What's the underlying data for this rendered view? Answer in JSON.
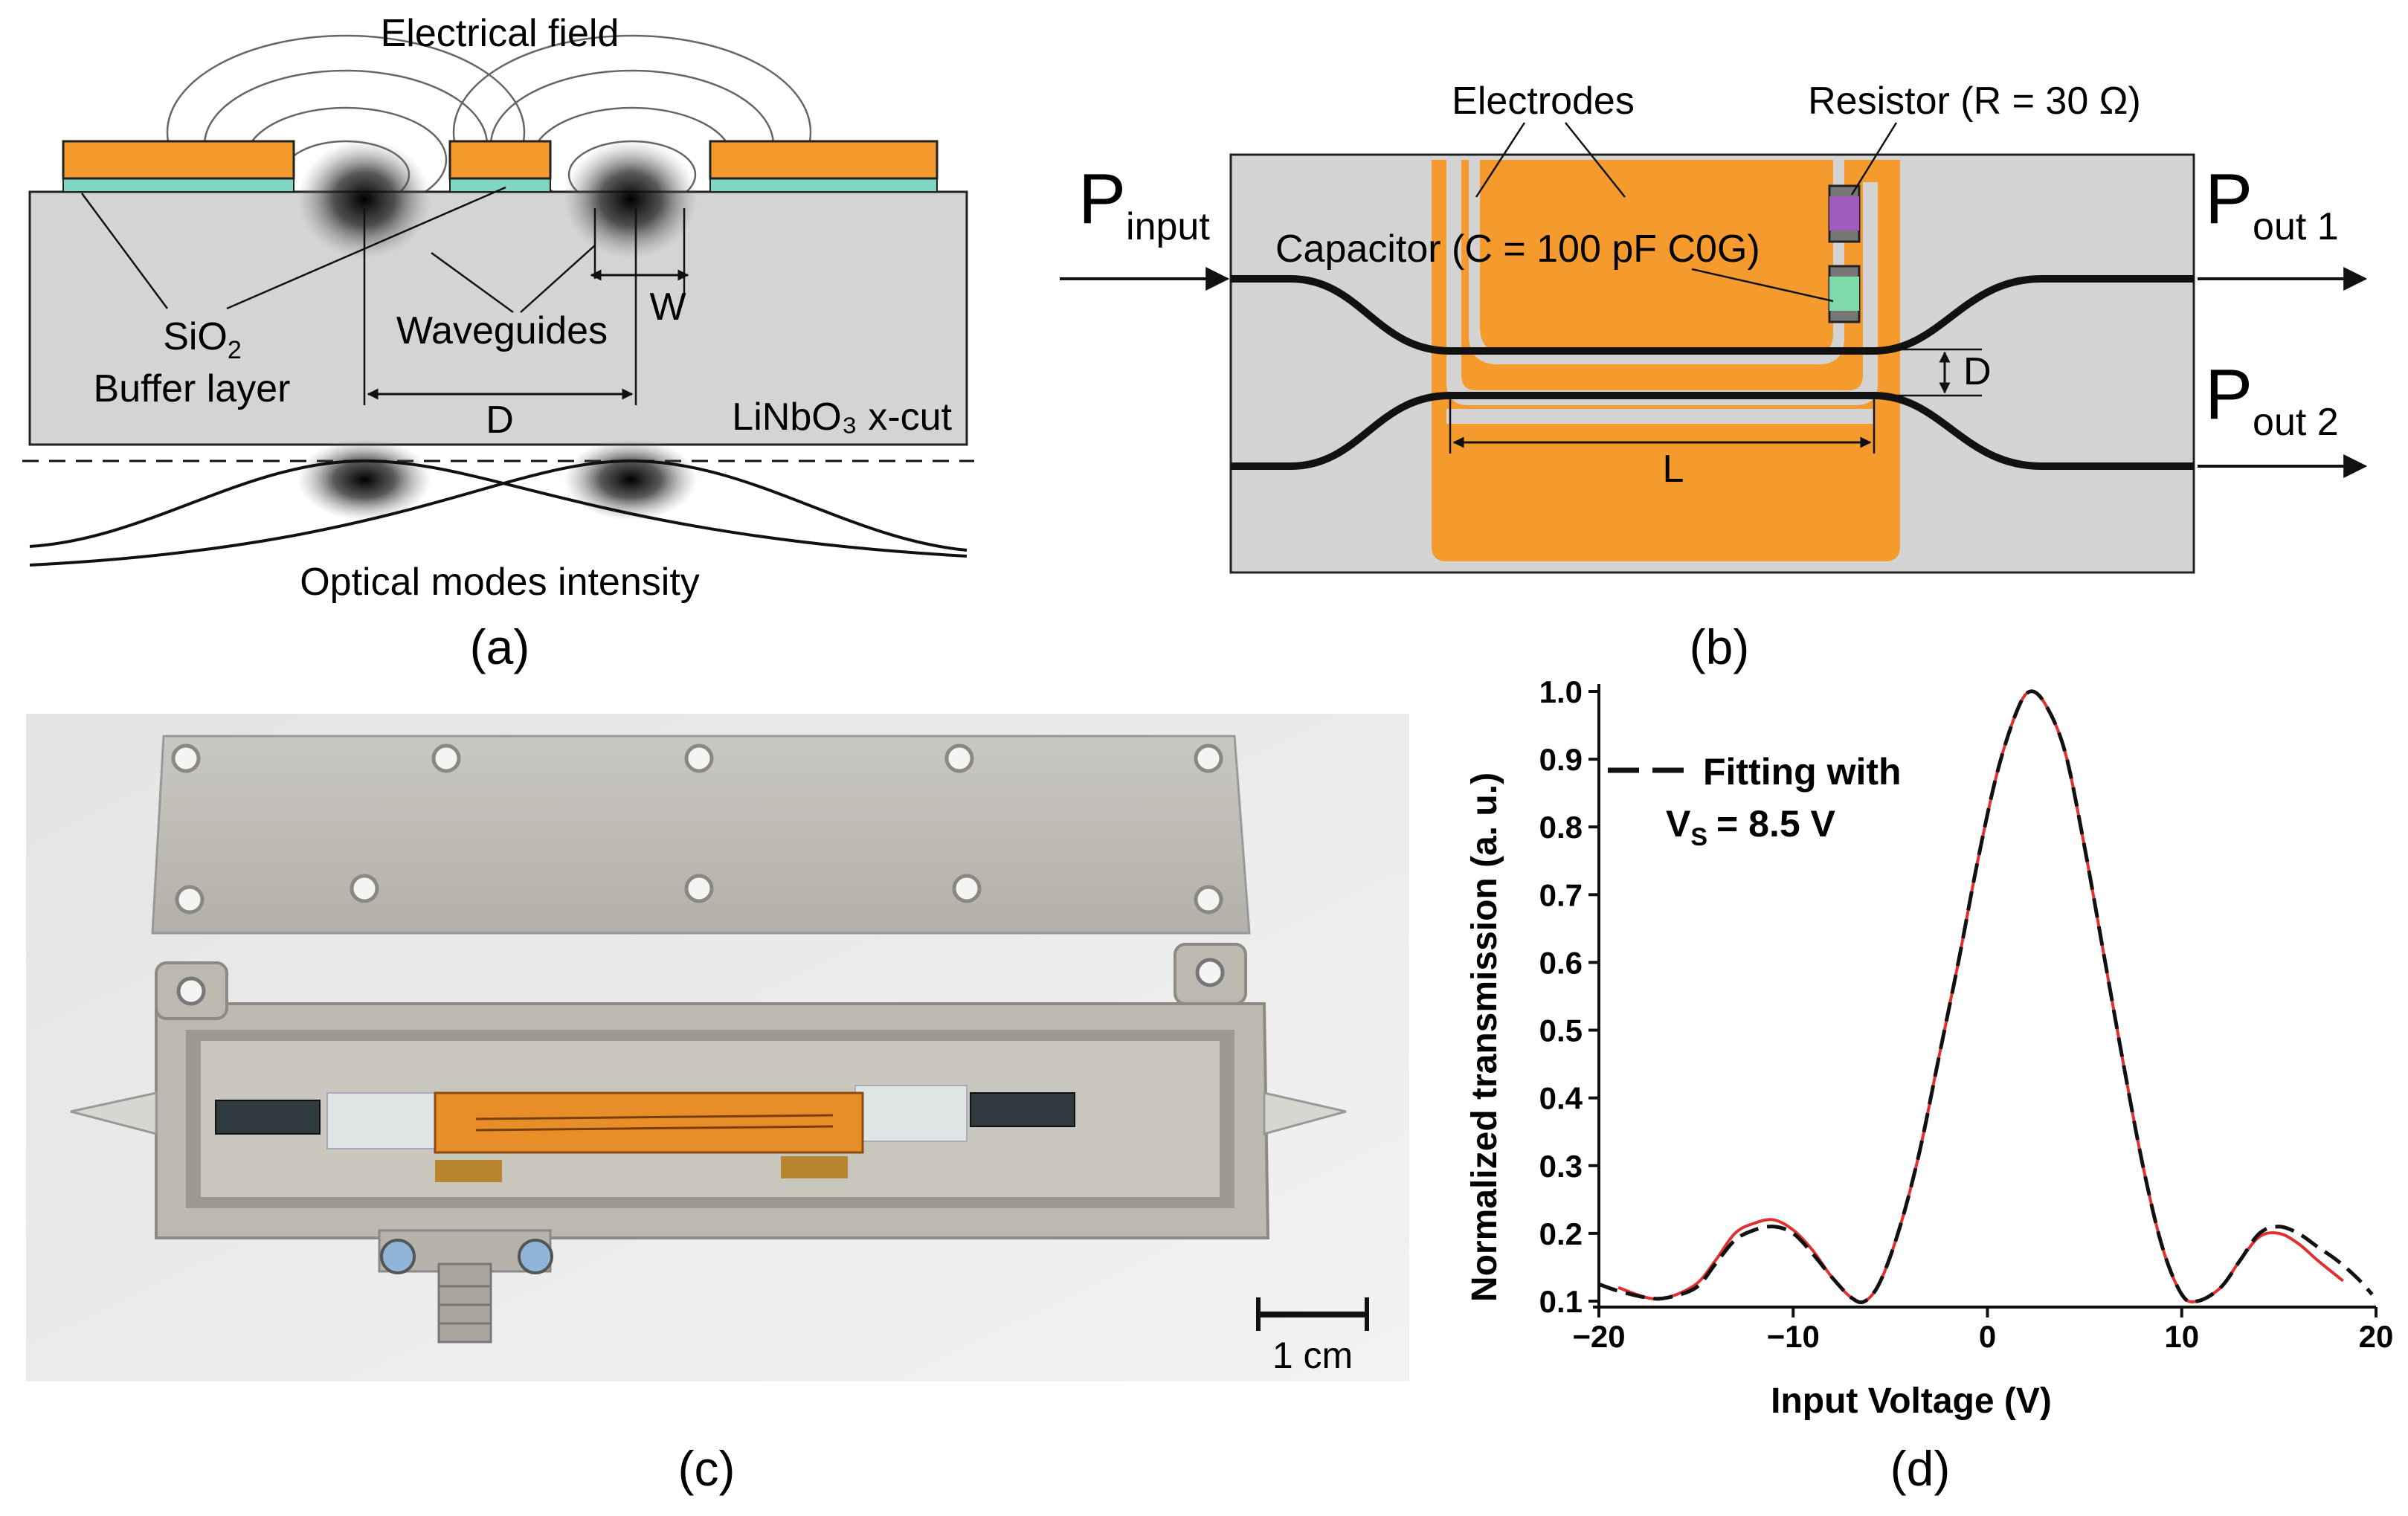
{
  "panel_a": {
    "label": "(a)",
    "electrical_field": "Electrical field",
    "sio2": "SiO",
    "sio2_sub": "2",
    "buffer_layer": "Buffer layer",
    "waveguides": "Waveguides",
    "w": "W",
    "d": "D",
    "substrate": "LiNbO₃ x-cut",
    "optical_modes": "Optical modes intensity"
  },
  "panel_b": {
    "label": "(b)",
    "electrodes": "Electrodes",
    "resistor": "Resistor (R = 30 Ω)",
    "capacitor": "Capacitor (C = 100 pF C0G)",
    "p": "P",
    "input_sub": "input",
    "out1_sub": "out 1",
    "out2_sub": "out 2",
    "d": "D",
    "l": "L",
    "colors": {
      "electrode": "#f59b2e",
      "chip": "#d3d3d3",
      "resistor": "#a05cbf",
      "capacitor": "#7fd9a8"
    }
  },
  "panel_c": {
    "label": "(c)",
    "scale_bar": "1 cm"
  },
  "panel_d": {
    "label": "(d)",
    "ylabel": "Normalized transmission (a. u.)",
    "xlabel": "Input Voltage (V)",
    "legend": "Fitting with",
    "vs_v": "V",
    "vs_sub": "S",
    "vs_value": "= 8.5 V"
  },
  "chart_data": {
    "type": "line",
    "xlim": [
      -20,
      20
    ],
    "ylim": [
      0.1,
      1.0
    ],
    "xticks": [
      -20,
      -10,
      0,
      10,
      20
    ],
    "xtick_labels": [
      "−20",
      "−10",
      "0",
      "10",
      "20"
    ],
    "yticks": [
      0.1,
      0.2,
      0.3,
      0.4,
      0.5,
      0.6,
      0.7,
      0.8,
      0.9,
      1.0
    ],
    "ytick_labels": [
      "0.1",
      "0.2",
      "0.3",
      "0.4",
      "0.5",
      "0.6",
      "0.7",
      "0.8",
      "0.9",
      "1.0"
    ],
    "series": [
      {
        "style": "solid",
        "color": "#e03030",
        "x": [
          -19.0,
          -17.5,
          -16.5,
          -15.0,
          -14.0,
          -13.0,
          -12.0,
          -11.0,
          -10.0,
          -9.0,
          -8.0,
          -7.0,
          -6.3,
          -5.5,
          -4.5,
          -3.5,
          -2.5,
          -1.5,
          -0.5,
          0.5,
          1.5,
          2.2,
          3.0,
          4.0,
          5.0,
          6.0,
          7.0,
          8.0,
          9.0,
          10.0,
          10.8,
          12.0,
          13.0,
          14.0,
          15.0,
          16.0,
          17.0,
          18.3
        ],
        "y": [
          0.12,
          0.105,
          0.105,
          0.125,
          0.16,
          0.2,
          0.215,
          0.22,
          0.205,
          0.175,
          0.135,
          0.105,
          0.1,
          0.13,
          0.21,
          0.32,
          0.46,
          0.6,
          0.75,
          0.88,
          0.97,
          1.0,
          0.98,
          0.91,
          0.77,
          0.61,
          0.45,
          0.3,
          0.18,
          0.11,
          0.1,
          0.12,
          0.16,
          0.195,
          0.2,
          0.185,
          0.16,
          0.13
        ]
      },
      {
        "style": "dashed",
        "color": "#111111",
        "x": [
          -20.0,
          -19.0,
          -17.5,
          -16.5,
          -15.0,
          -14.0,
          -13.0,
          -12.0,
          -11.0,
          -10.0,
          -9.0,
          -8.0,
          -7.0,
          -6.3,
          -5.5,
          -4.5,
          -3.5,
          -2.5,
          -1.5,
          -0.5,
          0.5,
          1.5,
          2.2,
          3.0,
          4.0,
          5.0,
          6.0,
          7.0,
          8.0,
          9.0,
          10.0,
          10.8,
          12.0,
          13.0,
          14.0,
          15.0,
          16.0,
          17.0,
          18.0,
          19.0,
          19.8
        ],
        "y": [
          0.125,
          0.115,
          0.105,
          0.105,
          0.12,
          0.155,
          0.19,
          0.205,
          0.21,
          0.2,
          0.17,
          0.135,
          0.105,
          0.1,
          0.13,
          0.21,
          0.32,
          0.46,
          0.6,
          0.75,
          0.88,
          0.97,
          1.0,
          0.98,
          0.91,
          0.77,
          0.61,
          0.45,
          0.3,
          0.18,
          0.11,
          0.1,
          0.12,
          0.16,
          0.2,
          0.21,
          0.2,
          0.18,
          0.16,
          0.135,
          0.11
        ]
      }
    ]
  }
}
